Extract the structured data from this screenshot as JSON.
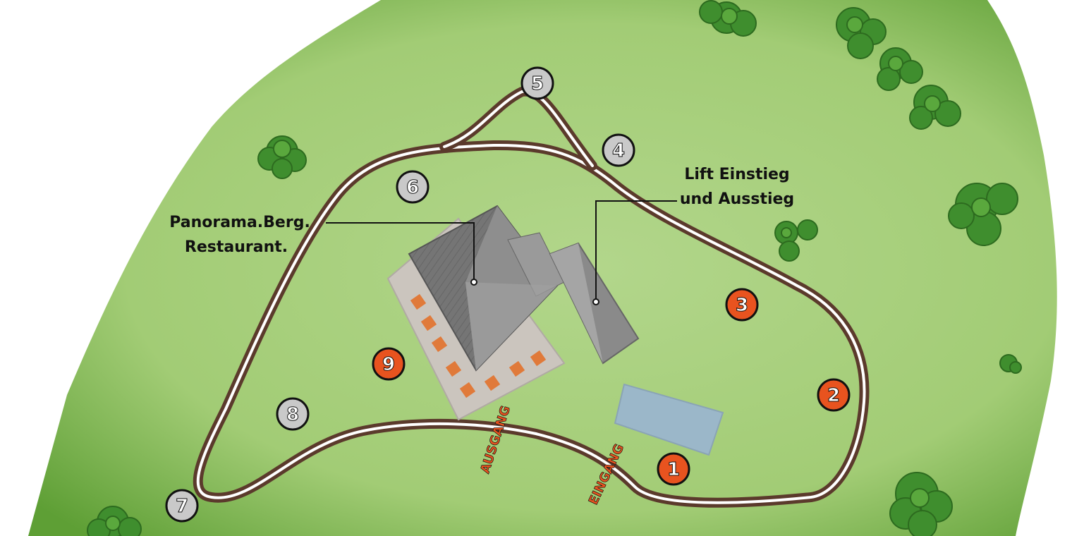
{
  "labels": {
    "restaurant_line1": "Panorama.Berg.",
    "restaurant_line2": "Restaurant.",
    "lift_line1": "Lift Einstieg",
    "lift_line2": "und Ausstieg",
    "entrance": "EINGANG",
    "exit": "AUSGANG"
  },
  "markers": [
    {
      "id": "1",
      "style": "orange"
    },
    {
      "id": "2",
      "style": "orange"
    },
    {
      "id": "3",
      "style": "orange"
    },
    {
      "id": "4",
      "style": "grey"
    },
    {
      "id": "5",
      "style": "grey"
    },
    {
      "id": "6",
      "style": "grey"
    },
    {
      "id": "7",
      "style": "grey"
    },
    {
      "id": "8",
      "style": "grey"
    },
    {
      "id": "9",
      "style": "orange"
    }
  ],
  "colors": {
    "meadow": "#a9cf7f",
    "track": "#5b3a2c",
    "track_inner": "#ffffff",
    "roof": "#6b6b6b",
    "terrace": "#c8c2bb",
    "table": "#e07a3a",
    "marker_orange": "#e8531f",
    "marker_grey": "#b8b8b8"
  },
  "icons": [
    "tree-icon"
  ]
}
